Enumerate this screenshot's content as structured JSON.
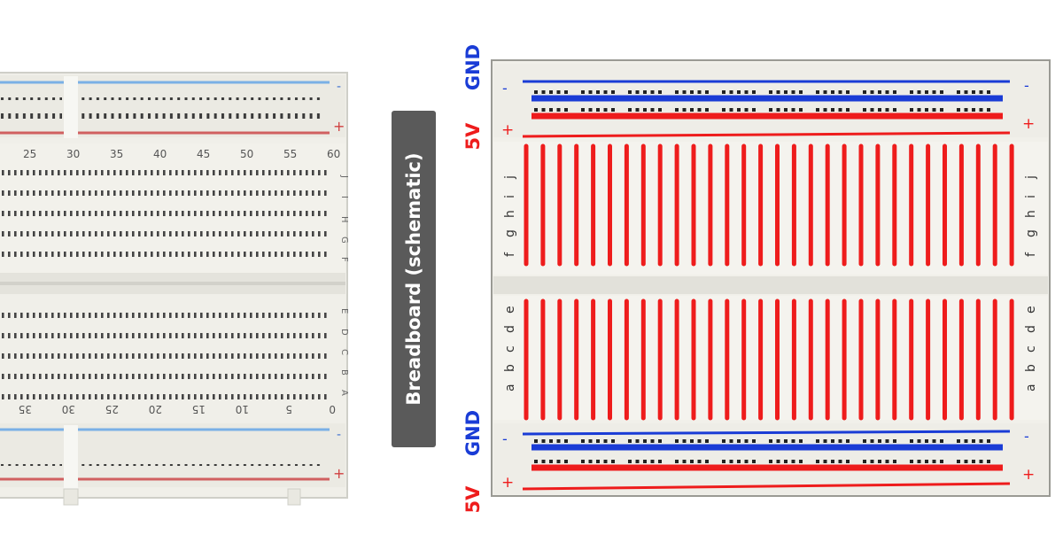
{
  "photo_board": {
    "top_col_numbers": [
      "25",
      "30",
      "35",
      "40",
      "45",
      "50",
      "55",
      "60"
    ],
    "bottom_col_numbers": [
      "35",
      "30",
      "25",
      "20",
      "15",
      "10",
      "5",
      "0"
    ],
    "row_letters_top": [
      "J",
      "I",
      "H",
      "G",
      "F"
    ],
    "row_letters_bottom": [
      "E",
      "D",
      "C",
      "B",
      "A"
    ],
    "rail_minus": "-",
    "rail_plus": "+"
  },
  "title": "Breadboard (schematic)",
  "labels": {
    "top_gnd": "GND",
    "top_5v": "5V",
    "bottom_gnd": "GND",
    "bottom_5v": "5V"
  },
  "schematic": {
    "row_letters_top": [
      "f",
      "g",
      "h",
      "i",
      "j"
    ],
    "row_letters_bottom": [
      "a",
      "b",
      "c",
      "d",
      "e"
    ],
    "rail_minus": "-",
    "rail_plus": "+",
    "column_strip_count": 30
  },
  "colors": {
    "gnd": "#1a3cd6",
    "vcc": "#ee1c1c",
    "board": "#f1f0ea"
  }
}
